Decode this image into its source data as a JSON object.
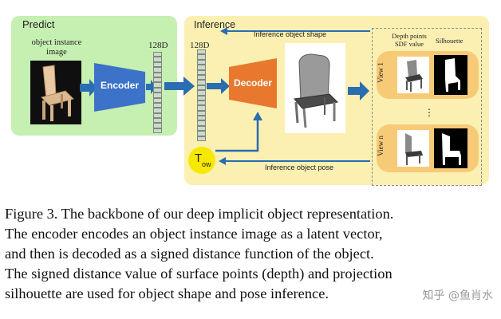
{
  "figure": {
    "predict": {
      "title": "Predict",
      "image_label_line1": "object instance",
      "image_label_line2": "image",
      "latent_label": "128D"
    },
    "encoder": {
      "label": "Encoder"
    },
    "inference": {
      "title": "Inference",
      "latent_label": "128D",
      "shape_arrow_label": "Inference object shape",
      "pose_arrow_label": "Inference object pose",
      "transform_symbol": "T",
      "transform_subscript": "ow"
    },
    "decoder": {
      "label": "Decoder"
    },
    "views": {
      "col_depth_line1": "Depth points",
      "col_depth_line2": "SDF value",
      "col_silhouette": "Silhouette",
      "view1_label": "View 1",
      "ellipsis": "⋮",
      "viewn_label": "View n"
    }
  },
  "caption": {
    "lines": [
      "Figure 3. The backbone of our deep implicit object representation.",
      "The encoder encodes an object instance image as a latent vector,",
      "and then is decoded as a signed distance function of the object.",
      "The signed distance value of surface points (depth) and projection",
      "silhouette are used for object shape and pose inference."
    ]
  },
  "watermark": {
    "text": "知乎 @鱼肖水"
  },
  "colors": {
    "predict_panel": "#c6efb2",
    "inference_panel": "#fbf0b1",
    "encoder": "#3c72c8",
    "decoder": "#e8782e",
    "arrow": "#2a6db0",
    "view_pill": "#f7ca77",
    "transform_circle": "#f7e800"
  }
}
